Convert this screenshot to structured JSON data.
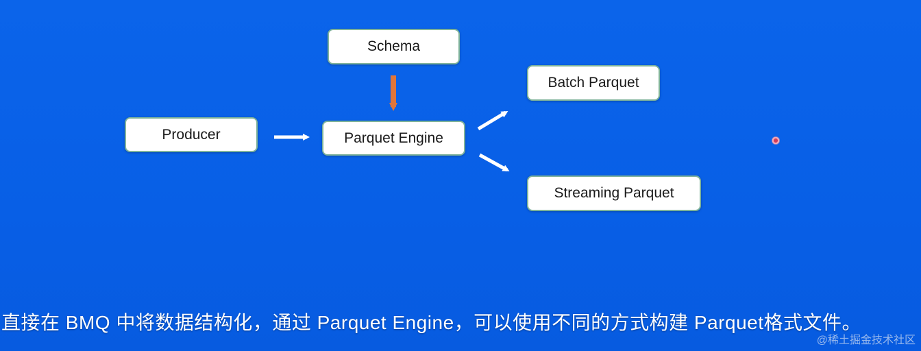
{
  "diagram": {
    "nodes": {
      "schema": "Schema",
      "producer": "Producer",
      "engine": "Parquet Engine",
      "batch": "Batch Parquet",
      "streaming": "Streaming Parquet"
    },
    "colors": {
      "background": "#0a62e8",
      "schema_arrow": "#e0763a",
      "flow_arrow": "#ffffff"
    }
  },
  "caption": "直接在 BMQ 中将数据结构化，通过 Parquet Engine，可以使用不同的方式构建 Parquet格式文件。",
  "watermark": "@稀土掘金技术社区"
}
